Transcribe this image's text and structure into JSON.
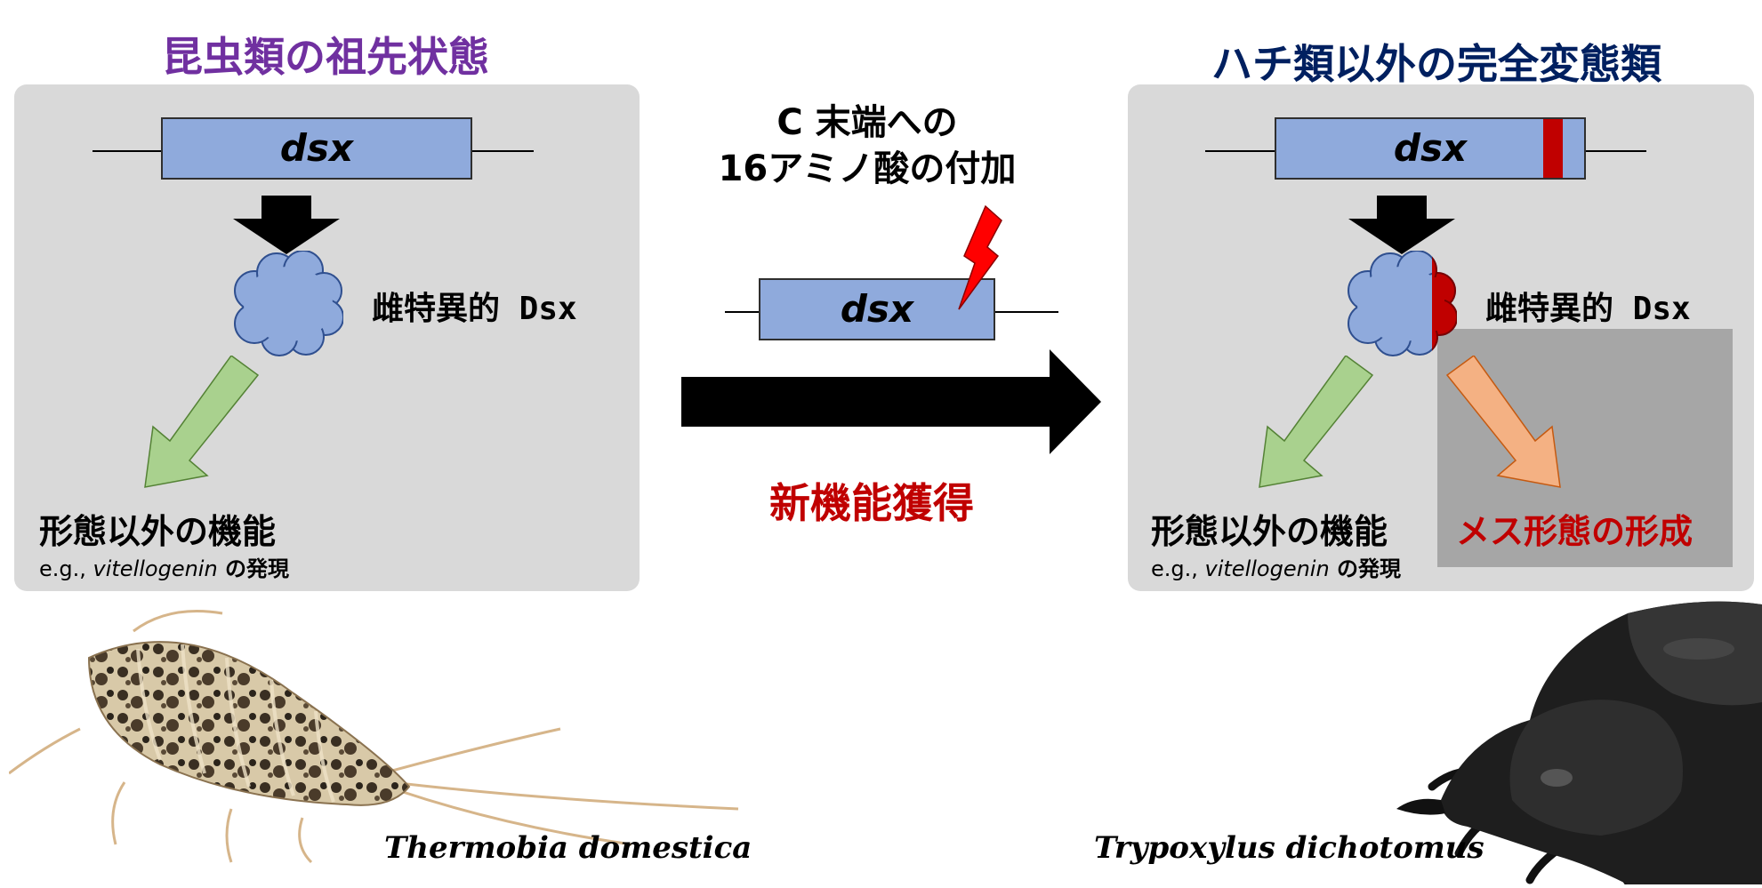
{
  "left": {
    "heading": "昆虫類の祖先状態",
    "heading_color": "#7030a0",
    "gene": "dsx",
    "protein": "雌特異的 Dsx",
    "function_main": "形態以外の機能",
    "function_sub_prefix": "e.g., ",
    "function_sub_gene": "vitellogenin",
    "function_sub_suffix": " の発現",
    "species": "Thermobia domestica"
  },
  "center": {
    "note_line1": "C 末端への",
    "note_line2": "16アミノ酸の付加",
    "gene": "dsx",
    "gain_label": "新機能獲得",
    "gain_color": "#c00000"
  },
  "right": {
    "heading": "ハチ類以外の完全変態類",
    "heading_color": "#002060",
    "gene": "dsx",
    "protein": "雌特異的 Dsx",
    "function_main": "形態以外の機能",
    "function_sub_prefix": "e.g., ",
    "function_sub_gene": "vitellogenin",
    "function_sub_suffix": " の発現",
    "new_function": "メス形態の形成",
    "new_function_color": "#c00000",
    "species": "Trypoxylus dichotomus"
  },
  "colors": {
    "panel": "#d9d9d9",
    "gene_box": "#8faadc",
    "cloud": "#8faadc",
    "green_arrow": "#a9d18e",
    "orange_arrow": "#f4b183",
    "extension": "#c00000",
    "highlight": "#a6a6a6"
  },
  "icons": {
    "lightning": "lightning-bolt-icon",
    "cloud": "protein-cloud-icon"
  }
}
